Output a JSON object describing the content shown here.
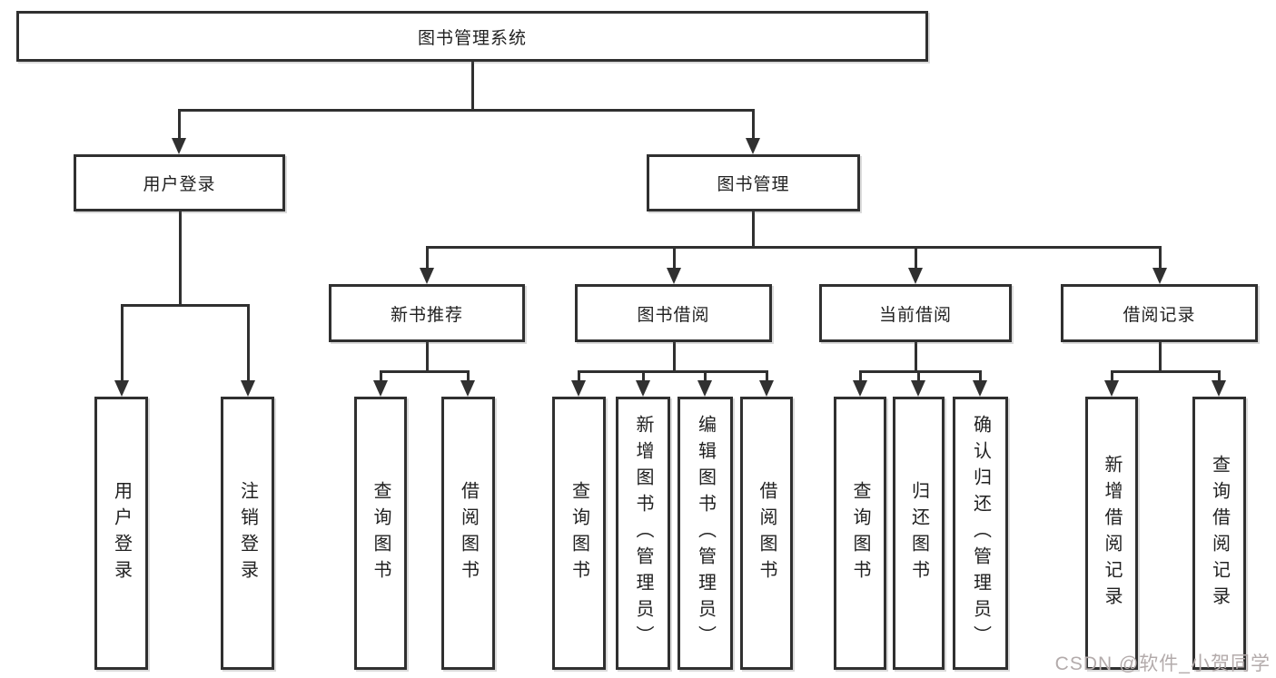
{
  "colors": {
    "line": "#303030",
    "text": "#212121",
    "watermark": "#b3abab",
    "bg": "#ffffff"
  },
  "watermark": {
    "text": "CSDN @软件_小贺同学"
  },
  "tree": {
    "label": "图书管理系统",
    "children": [
      {
        "label": "用户登录",
        "children": [
          {
            "label": "用户登录"
          },
          {
            "label": "注销登录"
          }
        ]
      },
      {
        "label": "图书管理",
        "children": [
          {
            "label": "新书推荐",
            "children": [
              {
                "label": "查询图书"
              },
              {
                "label": "借阅图书"
              }
            ]
          },
          {
            "label": "图书借阅",
            "children": [
              {
                "label": "查询图书"
              },
              {
                "label": "新增图书（管理员）"
              },
              {
                "label": "编辑图书（管理员）"
              },
              {
                "label": "借阅图书"
              }
            ]
          },
          {
            "label": "当前借阅",
            "children": [
              {
                "label": "查询图书"
              },
              {
                "label": "归还图书"
              },
              {
                "label": "确认归还（管理员）"
              }
            ]
          },
          {
            "label": "借阅记录",
            "children": [
              {
                "label": "新增借阅记录"
              },
              {
                "label": "查询借阅记录"
              }
            ]
          }
        ]
      }
    ]
  }
}
